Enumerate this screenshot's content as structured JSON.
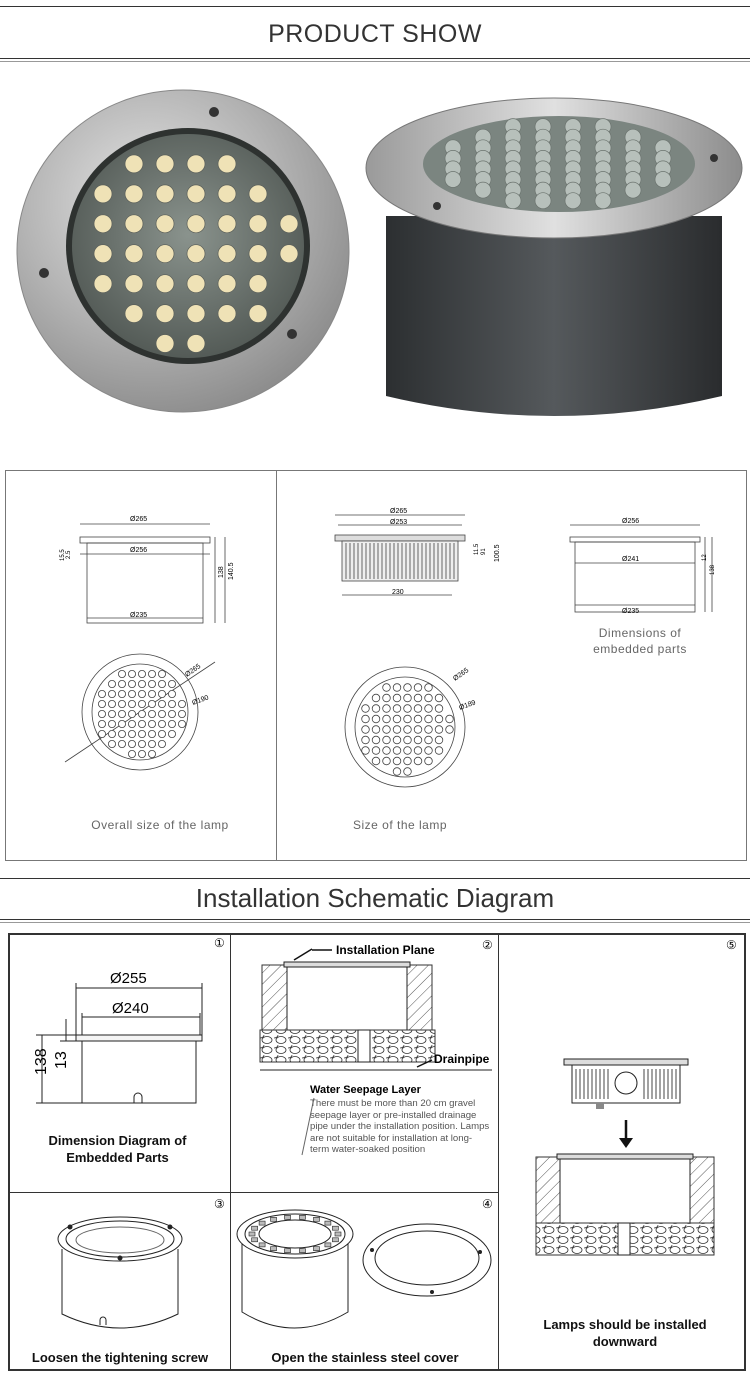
{
  "header1": {
    "title": "PRODUCT SHOW"
  },
  "dims": {
    "overall": {
      "caption": "Overall size of the lamp",
      "d_top": "Ø265",
      "d_mid": "Ø256",
      "d_bot": "Ø235",
      "h_a": "15.5",
      "h_b": "2.5",
      "h_c": "138",
      "h_d": "140.5",
      "d_outer": "Ø265",
      "d_inner": "Ø190"
    },
    "lamp": {
      "caption": "Size of the lamp",
      "d_top": "Ø265",
      "d_mid": "Ø253",
      "d_bot": "230",
      "h_a": "11.5",
      "h_b": "91",
      "h_c": "100.5",
      "d_outer": "Ø265",
      "d_inner": "Ø189"
    },
    "embedded": {
      "caption": "Dimensions of embedded parts",
      "d_top": "Ø256",
      "d_mid": "Ø241",
      "d_bot": "Ø235",
      "h_a": "12",
      "h_b": "138"
    }
  },
  "header2": {
    "title": "Installation Schematic Diagram"
  },
  "steps": {
    "s1": {
      "num": "①",
      "d1": "Ø255",
      "d2": "Ø240",
      "h1": "138",
      "h2": "13",
      "caption": "Dimension Diagram of Embedded Parts"
    },
    "s2": {
      "num": "②",
      "plane": "Installation Plane",
      "drain": "Drainpipe",
      "layer_title": "Water Seepage Layer",
      "layer_text": "There must be more than 20 cm gravel seepage layer or pre-installed drainage pipe under the installation position. Lamps are not suitable for installation at long-term water-soaked position"
    },
    "s3": {
      "num": "③",
      "caption": "Loosen the tightening screw"
    },
    "s4": {
      "num": "④",
      "caption": "Open the stainless steel cover"
    },
    "s5": {
      "num": "⑤",
      "caption": "Lamps should be installed downward"
    }
  },
  "colors": {
    "steel": "#b9b9b9",
    "dark_body": "#3d4042",
    "lens": "#6d7671",
    "led_warm": "#efe2b6"
  }
}
